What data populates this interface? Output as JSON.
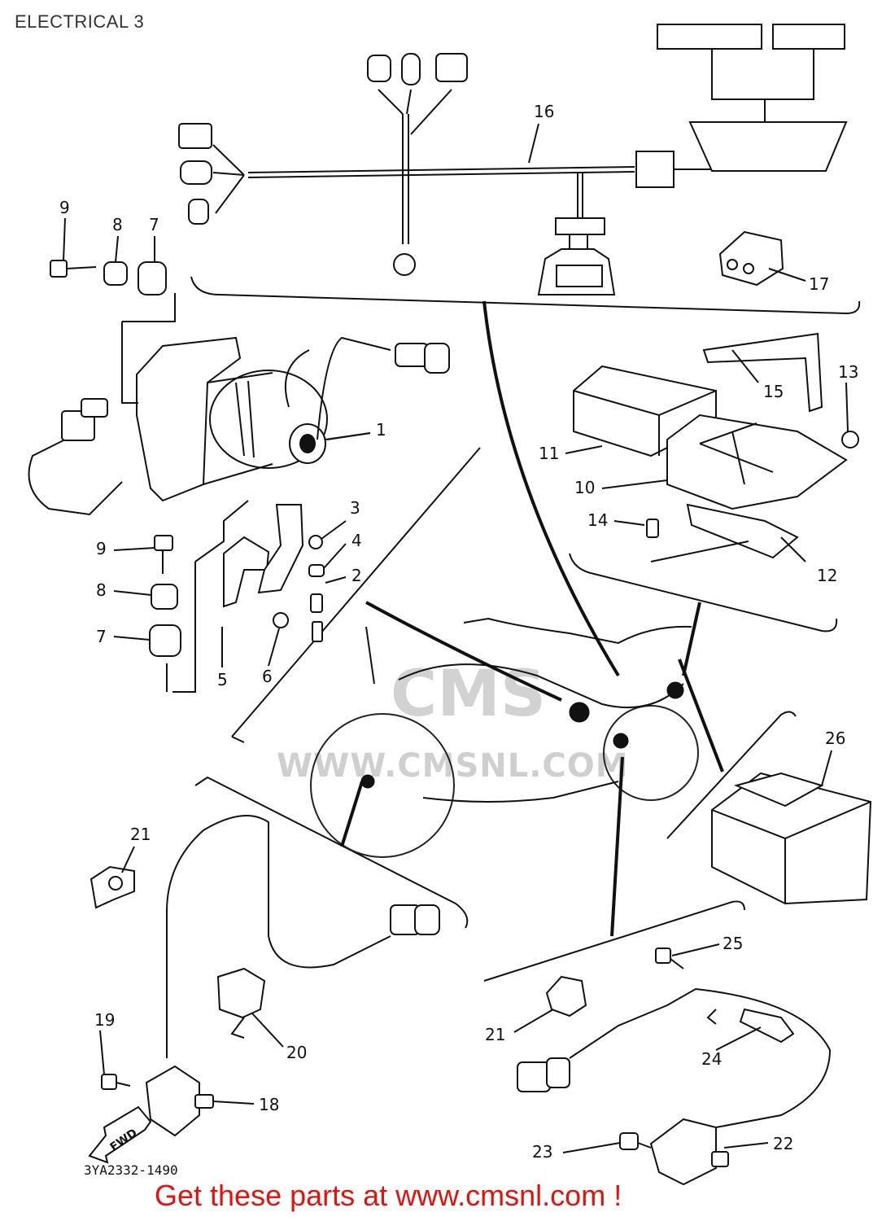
{
  "header": {
    "title": "ELECTRICAL 3"
  },
  "diagram": {
    "code": "3YA2332-1490",
    "watermark": {
      "logo": "CMS",
      "url": "WWW.CMSNL.COM"
    },
    "callouts": [
      {
        "id": "c1",
        "label": "1"
      },
      {
        "id": "c2",
        "label": "2"
      },
      {
        "id": "c3",
        "label": "3"
      },
      {
        "id": "c4",
        "label": "4"
      },
      {
        "id": "c5",
        "label": "5"
      },
      {
        "id": "c6",
        "label": "6"
      },
      {
        "id": "c7a",
        "label": "7"
      },
      {
        "id": "c7b",
        "label": "7"
      },
      {
        "id": "c8a",
        "label": "8"
      },
      {
        "id": "c8b",
        "label": "8"
      },
      {
        "id": "c9a",
        "label": "9"
      },
      {
        "id": "c9b",
        "label": "9"
      },
      {
        "id": "c10",
        "label": "10"
      },
      {
        "id": "c11",
        "label": "11"
      },
      {
        "id": "c12",
        "label": "12"
      },
      {
        "id": "c13",
        "label": "13"
      },
      {
        "id": "c14",
        "label": "14"
      },
      {
        "id": "c15",
        "label": "15"
      },
      {
        "id": "c16",
        "label": "16"
      },
      {
        "id": "c17",
        "label": "17"
      },
      {
        "id": "c18",
        "label": "18"
      },
      {
        "id": "c19",
        "label": "19"
      },
      {
        "id": "c20",
        "label": "20"
      },
      {
        "id": "c21a",
        "label": "21"
      },
      {
        "id": "c21b",
        "label": "21"
      },
      {
        "id": "c22",
        "label": "22"
      },
      {
        "id": "c23",
        "label": "23"
      },
      {
        "id": "c24",
        "label": "24"
      },
      {
        "id": "c25",
        "label": "25"
      },
      {
        "id": "c26",
        "label": "26"
      }
    ],
    "arrow_label": "FWD"
  },
  "footer": {
    "text": "Get these parts at www.cmsnl.com !"
  },
  "colors": {
    "footer": "#e0140f",
    "ink": "#111111",
    "watermark": "#cfcfcf"
  }
}
